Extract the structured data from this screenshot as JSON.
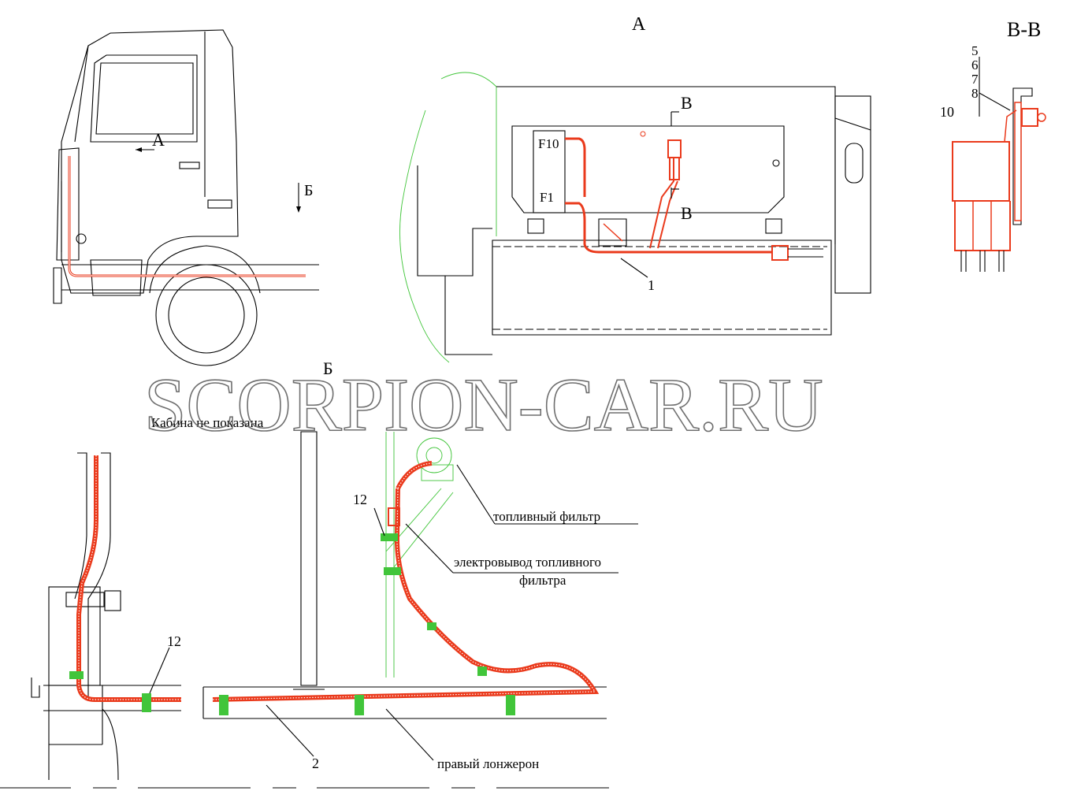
{
  "views": {
    "view_a_title": "А",
    "view_vv_title": "В-В",
    "view_b_title": "Б",
    "arrow_a": "А",
    "arrow_b": "Б",
    "section_mark_top": "В",
    "section_mark_bottom": "В"
  },
  "fuse_block": {
    "f10": "F10",
    "f1": "F1"
  },
  "callouts": {
    "c1": "1",
    "c2": "2",
    "c5": "5",
    "c6": "6",
    "c7": "7",
    "c8": "8",
    "c10": "10",
    "c12_left": "12",
    "c12_right": "12"
  },
  "annotations": {
    "cabin_not_shown": "Кабина не показана",
    "fuel_filter": "топливный фильтр",
    "fuel_filter_lead_line1": "электровывод топливного",
    "fuel_filter_lead_line2": "фильтра",
    "right_side_member": "правый лонжерон"
  },
  "watermark": "SCORPION-CAR.RU",
  "colors": {
    "harness": "#ea3a1c",
    "clamp": "#41c53a",
    "context_outline": "#41c53a",
    "linework": "#000000"
  }
}
